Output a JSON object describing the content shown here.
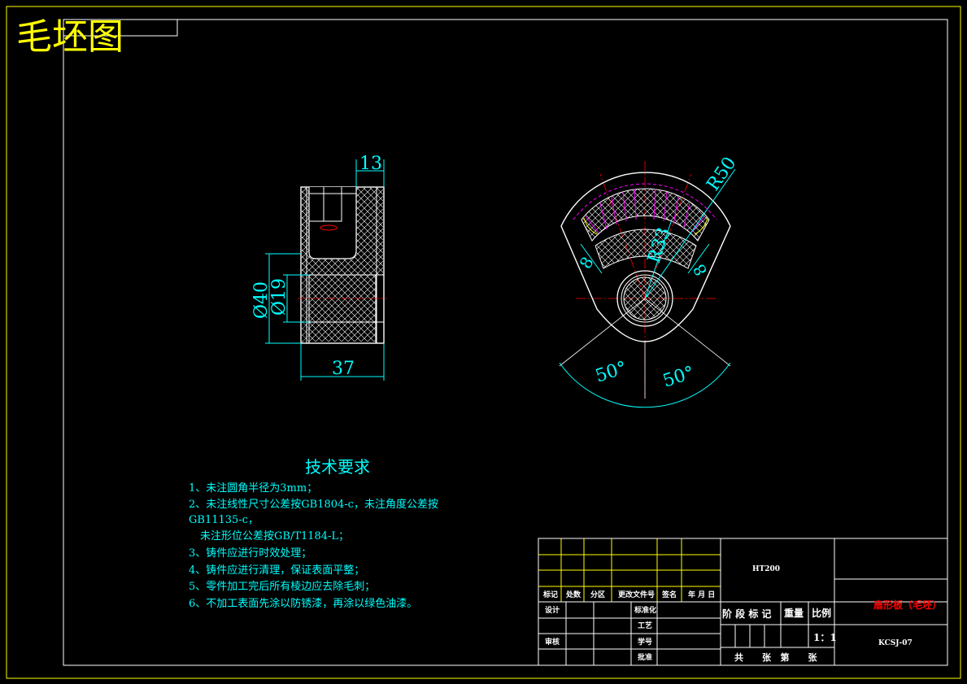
{
  "sheet_title": "毛坯图",
  "front_view": {
    "dim_width_top": "13",
    "dim_total_width": "37",
    "dim_outer_dia": "Ø40",
    "dim_bore_dia": "Ø19"
  },
  "side_view": {
    "dim_outer_radius": "R50",
    "dim_inner_radius": "R33",
    "dim_left_8": "8",
    "dim_right_8": "8",
    "dim_left_angle": "50°",
    "dim_right_angle": "50°"
  },
  "tech_requirements": {
    "title": "技术要求",
    "line1": "1、未注圆角半径为3mm；",
    "line2a": "2、未注线性尺寸公差按GB1804-c，未注角度公差按",
    "line2b": "GB11135-c，",
    "line2c": "未注形位公差按GB/T1184-L；",
    "line3": "3、铸件应进行时效处理；",
    "line4": "4、铸件应进行清理，保证表面平整；",
    "line5": "5、零件加工完后所有棱边应去除毛刺；",
    "line6": "6、不加工表面先涂以防锈漆，再涂以绿色油漆。"
  },
  "title_block": {
    "material": "HT200",
    "h_mark": "标记",
    "h_count": "处数",
    "h_zone": "分区",
    "h_doc": "更改文件号",
    "h_sign": "签名",
    "h_date": "年 月 日",
    "r_design": "设计",
    "r_std": "标准化",
    "r_craft": "工艺",
    "r_review": "审核",
    "r_process": "学号",
    "r_approve": "批准",
    "stage_label": "阶 段 标 记",
    "weight_label": "重量",
    "scale_label": "比例",
    "scale_value": "1：1",
    "sheets_label": "共      张   第      张",
    "part_name": "扇形板（毛坯）",
    "drawing_no": "KCSJ-07"
  },
  "colors": {
    "background": "#000000",
    "frame": "#ffff00",
    "geometry": "#ffffff",
    "dimension": "#00ffff",
    "hatch": "#ff00ff",
    "center": "#ff0000",
    "part_name": "#ff0000"
  }
}
